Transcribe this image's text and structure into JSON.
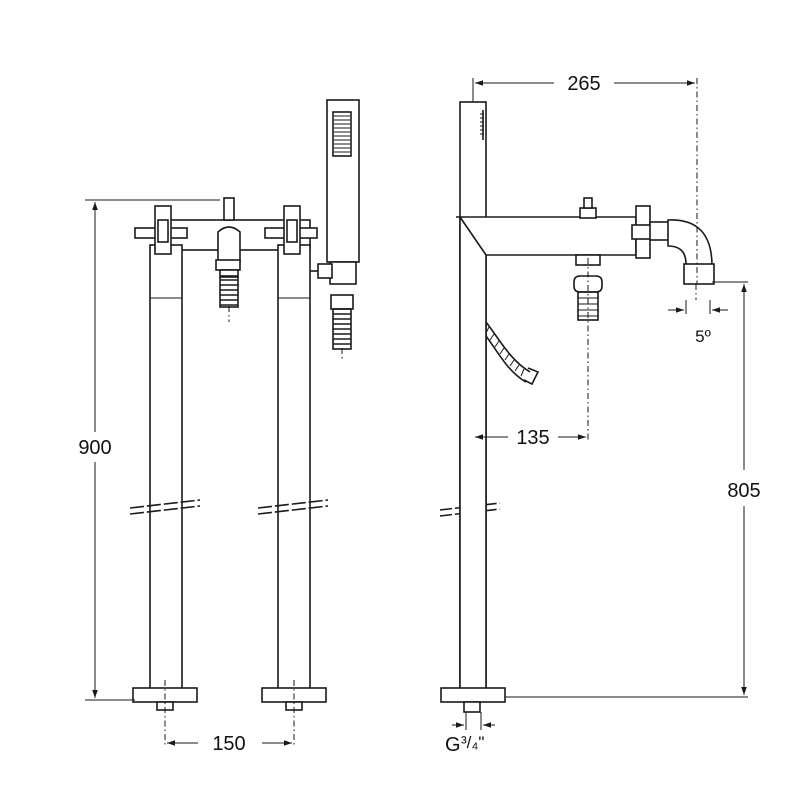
{
  "dimensions": {
    "overall_height": "900",
    "handle_spacing": "150",
    "projection": "265",
    "spout_to_pillar": "135",
    "spout_height": "805",
    "spout_angle": "5º",
    "connection_prefix": "G",
    "connection_fraction": "³/₄\""
  }
}
